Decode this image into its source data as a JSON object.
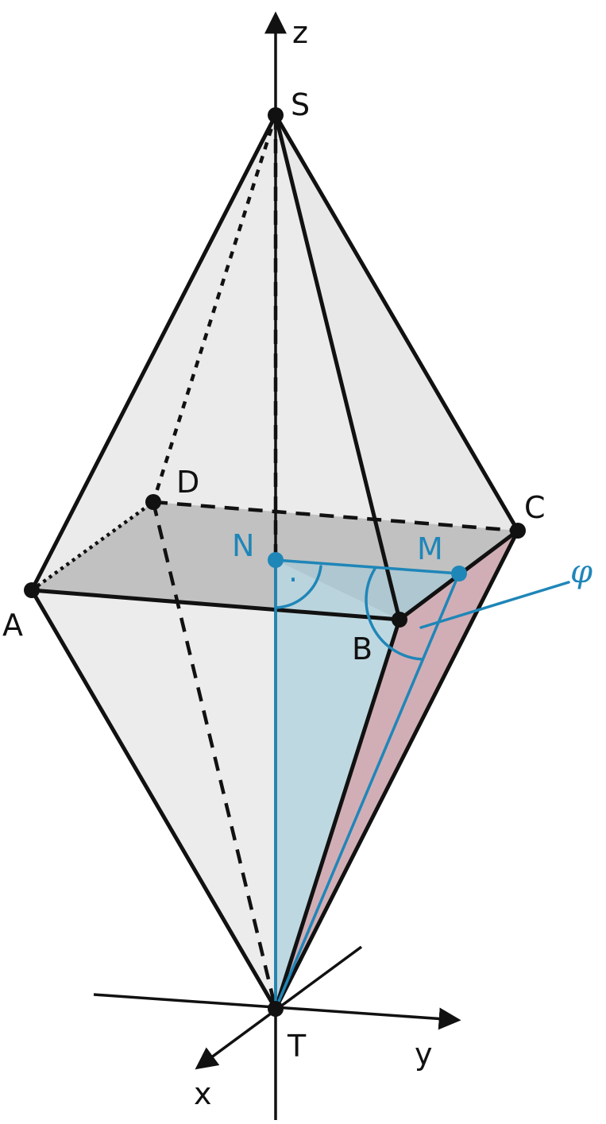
{
  "labels": {
    "z": "z",
    "y": "y",
    "x": "x",
    "S": "S",
    "T": "T",
    "A": "A",
    "B": "B",
    "C": "C",
    "D": "D",
    "N": "N",
    "M": "M",
    "phi": "φ",
    "right_angle_dot": "·"
  },
  "colors": {
    "edges": "#111111",
    "accent": "#1f86b8",
    "face_gray": "#e9e9e9",
    "base_gray": "#bdbdbd",
    "triangle_blue": "#b9d6e0",
    "triangle_red": "#c9a0a8"
  }
}
